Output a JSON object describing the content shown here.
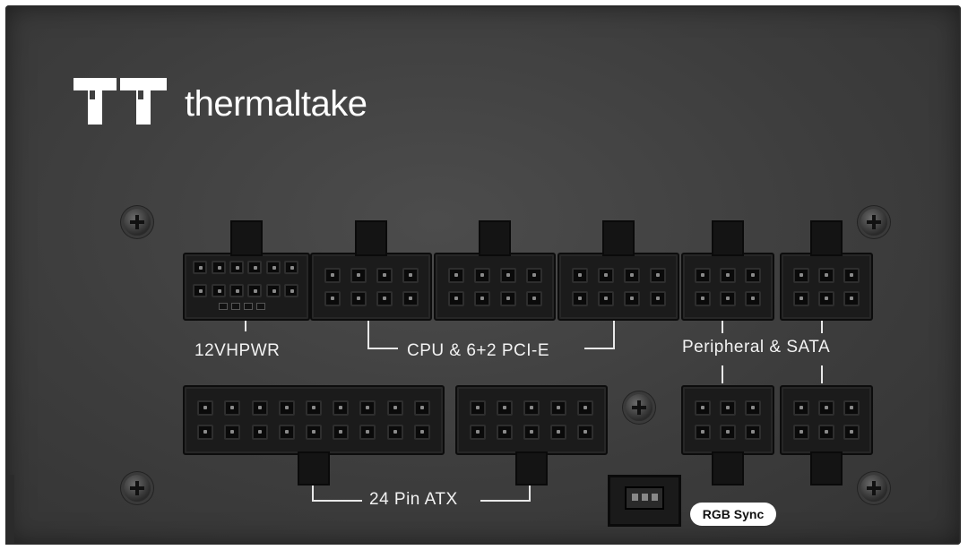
{
  "brand": {
    "name": "thermaltake"
  },
  "labels": {
    "hpwr": "12VHPWR",
    "cpu_pcie": "CPU & 6+2 PCI-E",
    "peripheral_sata": "Peripheral & SATA",
    "atx": "24 Pin ATX",
    "rgb_sync": "RGB Sync"
  }
}
